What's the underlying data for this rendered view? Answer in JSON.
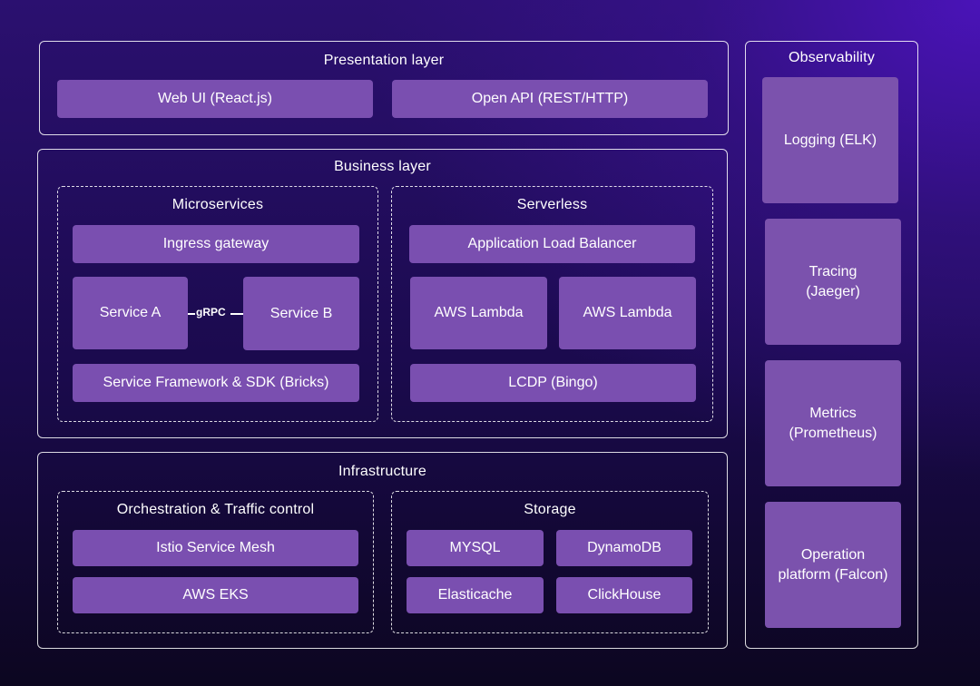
{
  "presentation": {
    "title": "Presentation layer",
    "web_ui": "Web UI (React.js)",
    "open_api": "Open API (REST/HTTP)"
  },
  "business": {
    "title": "Business layer",
    "microservices": {
      "title": "Microservices",
      "ingress": "Ingress gateway",
      "service_a": "Service A",
      "service_b": "Service B",
      "connector": "gRPC",
      "framework": "Service Framework & SDK (Bricks)"
    },
    "serverless": {
      "title": "Serverless",
      "alb": "Application Load Balancer",
      "lambda_1": "AWS Lambda",
      "lambda_2": "AWS Lambda",
      "lcdp": "LCDP (Bingo)"
    }
  },
  "infrastructure": {
    "title": "Infrastructure",
    "orchestration": {
      "title": "Orchestration & Traffic control",
      "istio": "Istio Service Mesh",
      "eks": "AWS EKS"
    },
    "storage": {
      "title": "Storage",
      "mysql": "MYSQL",
      "dynamodb": "DynamoDB",
      "elasticache": "Elasticache",
      "clickhouse": "ClickHouse"
    }
  },
  "observability": {
    "title": "Observability",
    "logging": "Logging (ELK)",
    "tracing": "Tracing\n(Jaeger)",
    "metrics": "Metrics\n(Prometheus)",
    "operation": "Operation\nplatform (Falcon)"
  }
}
